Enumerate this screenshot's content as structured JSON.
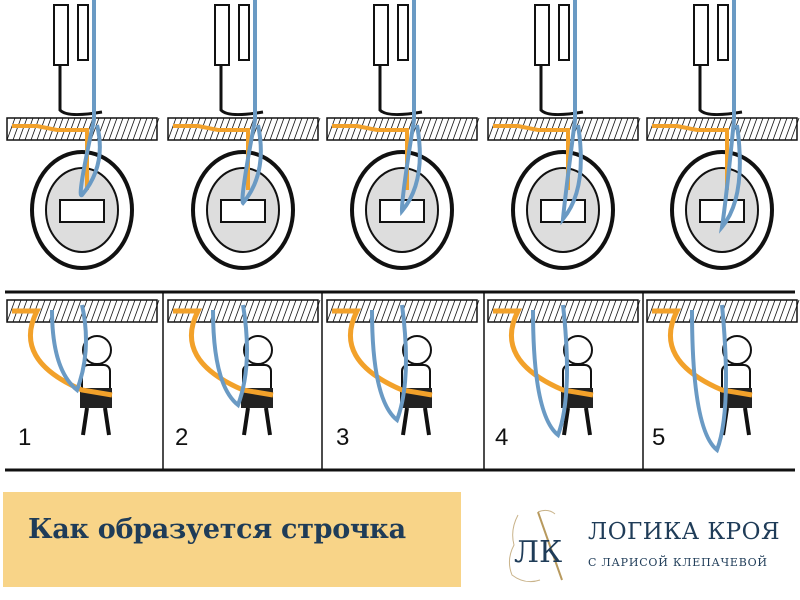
{
  "illustration": {
    "steps": [
      "1",
      "2",
      "3",
      "4",
      "5"
    ],
    "colors": {
      "upper_thread": "#6a9ac4",
      "lower_thread": "#f2a12a",
      "ink": "#111111"
    }
  },
  "banner": {
    "title": "Как образуется строчка",
    "background": "#f8d488",
    "text_color": "#1f3c58"
  },
  "logo": {
    "monogram": "ЛК",
    "name": "ЛОГИКА КРОЯ",
    "subtitle": "С ЛАРИСОЙ КЛЕПАЧЕВОЙ"
  }
}
